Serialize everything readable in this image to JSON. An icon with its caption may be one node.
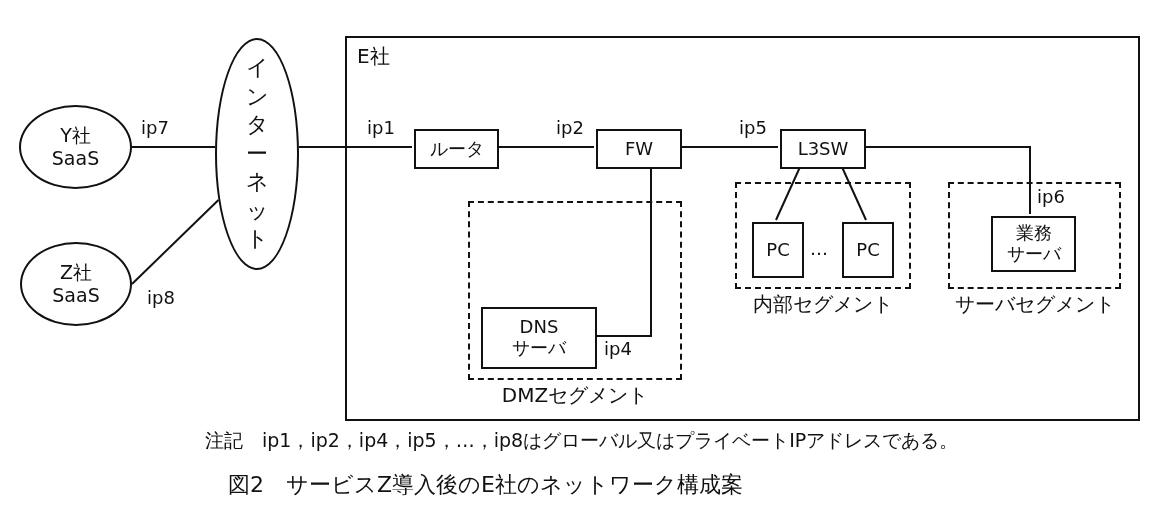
{
  "diagram": {
    "caption": "図2　サービスZ導入後のE社のネットワーク構成案",
    "nodes": [
      {
        "text": [
          "Y社 SaaS"
        ]
      },
      {
        "text": [
          "Z社 SaaS"
        ]
      },
      {
        "text": [
          "インターネット"
        ]
      },
      {
        "text": [
          "E社"
        ]
      },
      {
        "text": [
          "ルータ"
        ],
        "in": 3
      },
      {
        "text": [
          "FW"
        ],
        "in": 3
      },
      {
        "text": [
          "L3SW"
        ],
        "in": 3
      },
      {
        "text": [
          "DMZセグメント"
        ],
        "in": 3
      },
      {
        "text": [
          "DNS サーバ"
        ],
        "in": 7
      },
      {
        "text": [
          "内部セグメント"
        ],
        "in": 3
      },
      {
        "text": [
          "PC"
        ],
        "in": 9
      },
      {
        "text": [
          "PC"
        ],
        "in": 9
      },
      {
        "text": [
          "サーバセグメント"
        ],
        "in": 3
      },
      {
        "text": [
          "業務サーバ"
        ],
        "in": 12
      }
    ],
    "edges": [
      {
        "from": 0,
        "to": 2,
        "arrow": "none",
        "label": "ip7"
      },
      {
        "from": 1,
        "to": 2,
        "arrow": "none",
        "label": "ip8"
      },
      {
        "from": 2,
        "to": 4,
        "arrow": "none",
        "label": "ip1"
      },
      {
        "from": 4,
        "to": 5,
        "arrow": "none",
        "label": "ip2"
      },
      {
        "from": 5,
        "to": 8,
        "arrow": "none",
        "label": "ip4"
      },
      {
        "from": 5,
        "to": 6,
        "arrow": "none",
        "label": "ip5"
      },
      {
        "from": 6,
        "to": 10,
        "arrow": "none"
      },
      {
        "from": 6,
        "to": 11,
        "arrow": "none"
      },
      {
        "from": 6,
        "to": 13,
        "arrow": "none",
        "label": "ip6"
      }
    ],
    "labels": [
      "…",
      "注記　ip1，ip2，ip4，ip5，…，ip8はグローバル又はプライベートIPアドレスである。"
    ]
  }
}
